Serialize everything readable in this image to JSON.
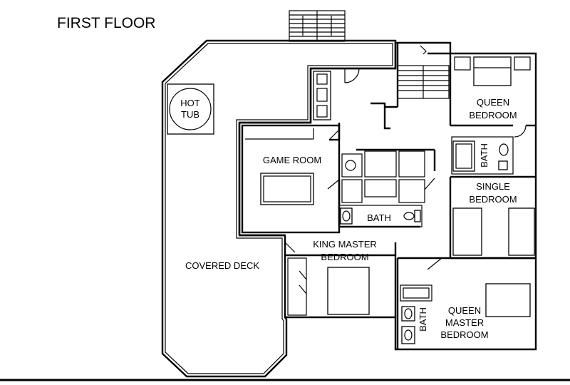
{
  "floor_title": "FIRST FLOOR",
  "rooms": {
    "hot_tub_line1": "HOT",
    "hot_tub_line2": "TUB",
    "game_room": "GAME ROOM",
    "queen_bedroom_line1": "QUEEN",
    "queen_bedroom_line2": "BEDROOM",
    "single_bedroom_line1": "SINGLE",
    "single_bedroom_line2": "BEDROOM",
    "bath_center": "BATH",
    "bath_upper_right": "BATH",
    "bath_lower_right": "BATH",
    "king_master_line1": "KING MASTER",
    "king_master_line2": "BEDROOM",
    "covered_deck": "COVERED DECK",
    "queen_master_line1": "QUEEN",
    "queen_master_line2": "MASTER",
    "queen_master_line3": "BEDROOM"
  }
}
